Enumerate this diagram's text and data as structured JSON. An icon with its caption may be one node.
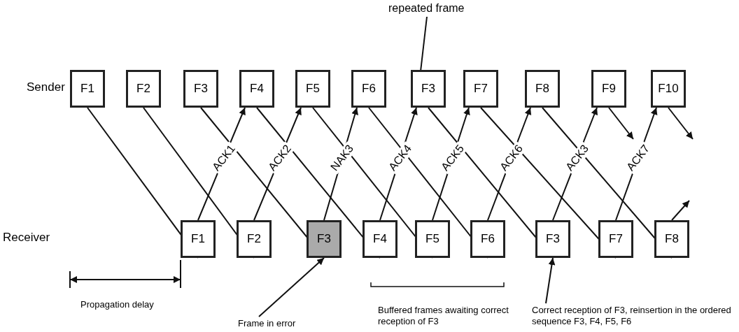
{
  "diagram": {
    "nodes": [
      {
        "text": [
          "F1"
        ]
      },
      {
        "text": [
          "F2"
        ]
      },
      {
        "text": [
          "F3"
        ]
      },
      {
        "text": [
          "F4"
        ]
      },
      {
        "text": [
          "F5"
        ]
      },
      {
        "text": [
          "F6"
        ]
      },
      {
        "text": [
          "F3"
        ]
      },
      {
        "text": [
          "F7"
        ]
      },
      {
        "text": [
          "F8"
        ]
      },
      {
        "text": [
          "F9"
        ]
      },
      {
        "text": [
          "F10"
        ]
      },
      {
        "text": [
          "F1"
        ]
      },
      {
        "text": [
          "F2"
        ]
      },
      {
        "text": [
          "F3"
        ]
      },
      {
        "text": [
          "F4"
        ]
      },
      {
        "text": [
          "F5"
        ]
      },
      {
        "text": [
          "F6"
        ]
      },
      {
        "text": [
          "F3"
        ]
      },
      {
        "text": [
          "F7"
        ]
      },
      {
        "text": [
          "F8"
        ]
      },
      {
        "text": [
          "repeated frame"
        ]
      },
      {
        "text": [
          "Frame in error"
        ]
      },
      {
        "text": [
          "Correct reception of F3, reinsertion in the ordered sequence F3, F4, F5, F6"
        ]
      }
    ],
    "edges": [
      {
        "from": 0,
        "to": 11,
        "arrow": "to"
      },
      {
        "from": 1,
        "to": 12,
        "arrow": "to"
      },
      {
        "from": 2,
        "to": 13,
        "arrow": "to"
      },
      {
        "from": 3,
        "to": 14,
        "arrow": "to"
      },
      {
        "from": 4,
        "to": 15,
        "arrow": "to"
      },
      {
        "from": 5,
        "to": 16,
        "arrow": "to"
      },
      {
        "from": 6,
        "to": 17,
        "arrow": "to"
      },
      {
        "from": 7,
        "to": 18,
        "arrow": "to"
      },
      {
        "from": 8,
        "to": 19,
        "arrow": "to"
      },
      {
        "from": 9,
        "to": null,
        "arrow": "to"
      },
      {
        "from": 10,
        "to": null,
        "arrow": "to"
      },
      {
        "from": 11,
        "to": 3,
        "arrow": "to",
        "label": "ACK1"
      },
      {
        "from": 12,
        "to": 4,
        "arrow": "to",
        "label": "ACK2"
      },
      {
        "from": 13,
        "to": 5,
        "arrow": "to",
        "label": "NAK3"
      },
      {
        "from": 14,
        "to": 6,
        "arrow": "to",
        "label": "ACK4"
      },
      {
        "from": 15,
        "to": 7,
        "arrow": "to",
        "label": "ACK5"
      },
      {
        "from": 16,
        "to": 8,
        "arrow": "to",
        "label": "ACK6"
      },
      {
        "from": 17,
        "to": 9,
        "arrow": "to",
        "label": "ACK3"
      },
      {
        "from": 18,
        "to": 10,
        "arrow": "to",
        "label": "ACK7"
      },
      {
        "from": 19,
        "to": null,
        "arrow": "to"
      },
      {
        "from": 20,
        "to": 6,
        "arrow": "to"
      },
      {
        "from": 21,
        "to": 13,
        "arrow": "to"
      },
      {
        "from": 22,
        "to": 17,
        "arrow": "to"
      }
    ],
    "labels": [
      "Sender",
      "Receiver",
      "Propagation delay",
      "Buffered frames awaiting correct reception of F3"
    ]
  }
}
